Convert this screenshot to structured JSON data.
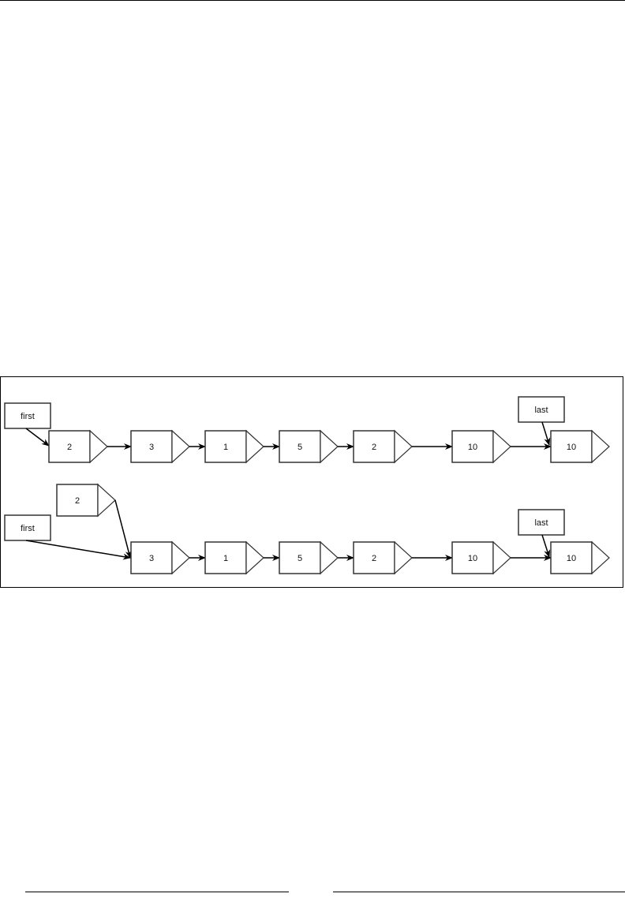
{
  "diagram": {
    "colors": {
      "stroke": "#333333",
      "arrow": "#000000",
      "fill": "#ffffff"
    },
    "row1": {
      "first_label": "first",
      "last_label": "last",
      "nodes": [
        "2",
        "3",
        "1",
        "5",
        "2",
        "10",
        "10"
      ]
    },
    "row2": {
      "first_label": "first",
      "last_label": "last",
      "removed_node": "2",
      "nodes": [
        "3",
        "1",
        "5",
        "2",
        "10",
        "10"
      ]
    }
  }
}
